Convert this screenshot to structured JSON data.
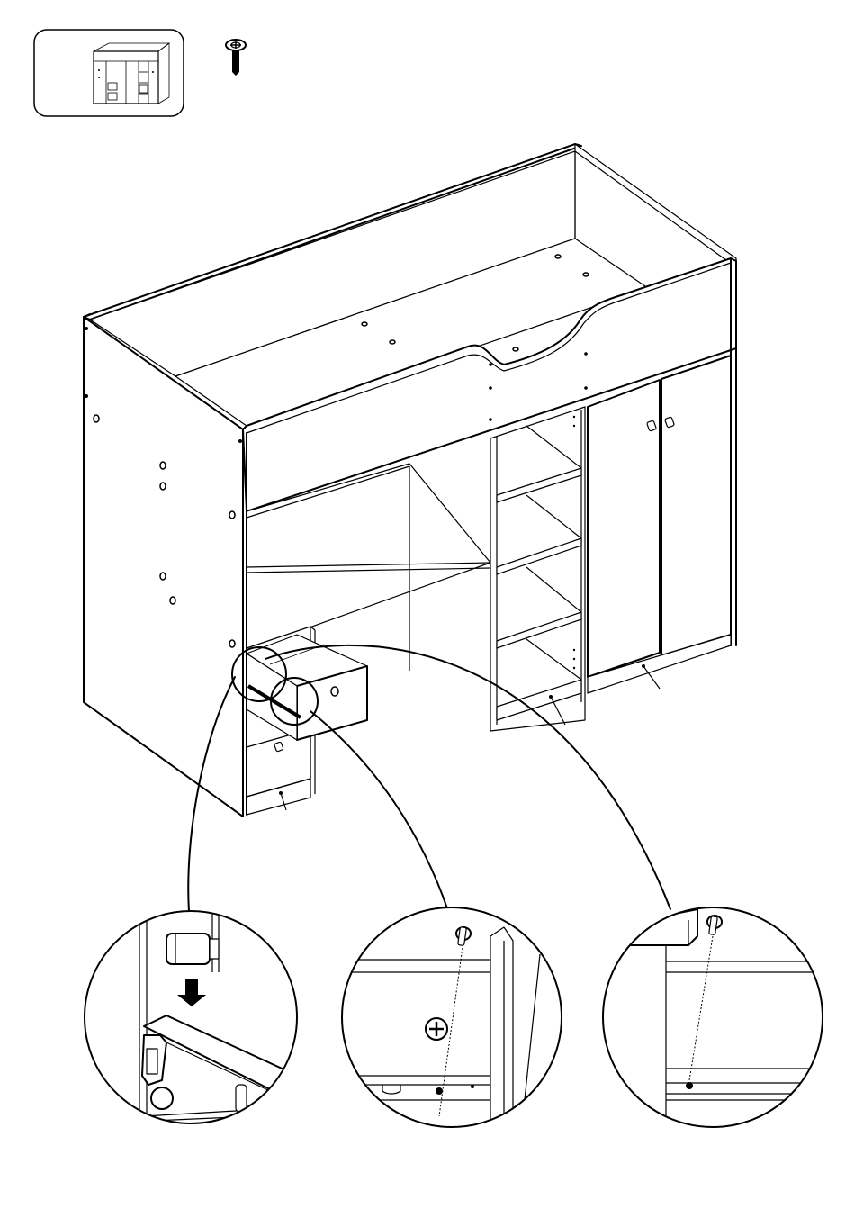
{
  "overview_thumbnail": {
    "icon": "assembled-loft-bed-thumbnail"
  },
  "hardware": {
    "icon": "screw-icon"
  },
  "detail_views": [
    {
      "icon": "drawer-runner-wheel-detail"
    },
    {
      "icon": "drawer-front-screw-detail"
    },
    {
      "icon": "door-hinge-screw-detail"
    }
  ]
}
